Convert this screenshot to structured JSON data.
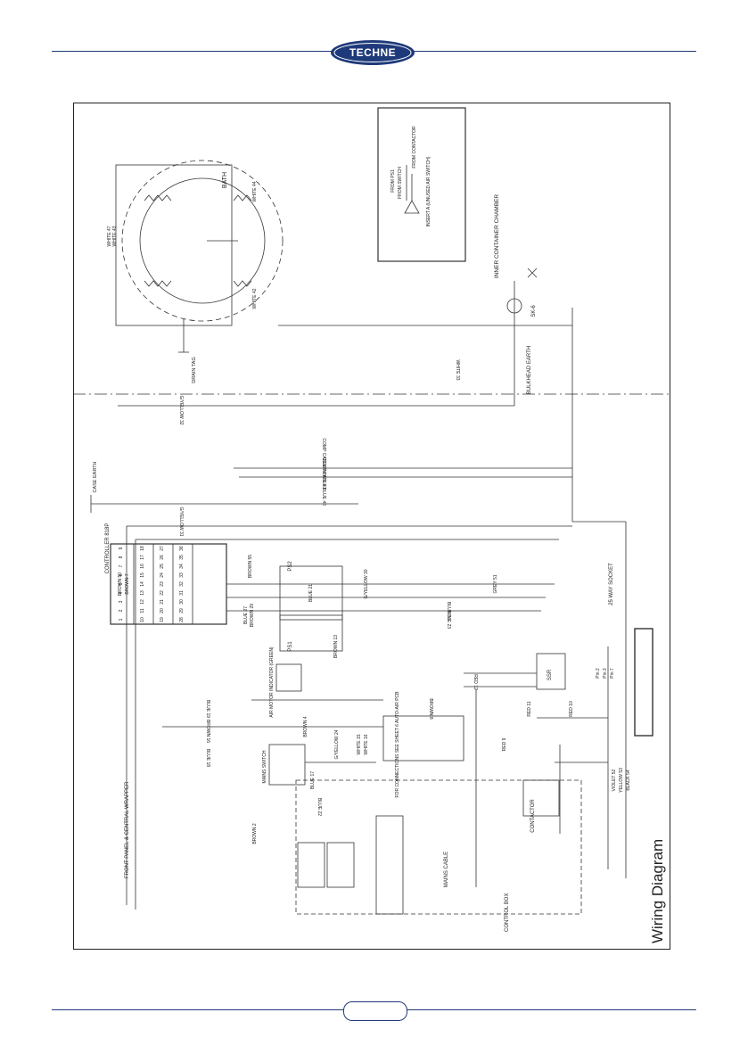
{
  "header": {
    "brand": "TECHNE"
  },
  "diagram": {
    "title": "Wiring Diagram",
    "bath_label": "BATH",
    "inner_container": "INNER CONTAINER CHAMBER",
    "from_ps1": "FROM PS1",
    "from_switch": "FROM SWITCH",
    "from_contactor": "FROM CONTACTOR",
    "insert_a": "INSERT A (UNUSED AIR SWITCH)",
    "sk6": "SK-6",
    "bulkhead_earth": "BULKHEAD EARTH",
    "drain_tag": "DRAIN TAG",
    "case_earth": "CASE EARTH",
    "front_panel": "FRONT PANEL & CENTRAL WRAPPER",
    "control_box": "CONTROL BOX",
    "controller": "CONTROLLER 818P",
    "ps1": "PS1",
    "ps2": "PS2",
    "air_switch": "AIR MOTOR INDICATOR (GREEN)",
    "mains_switch": "MAINS SWITCH",
    "ssr": "SSR",
    "contactor": "CONTACTOR",
    "auto_air": "FOR CONNECTIONS SEE SHEET 6 AUTO-AIR PCB",
    "mains_cable": "MAINS CABLE",
    "socket_25": "25 WAY SOCKET",
    "controller_terminals": {
      "col1": [
        "1",
        "2",
        "3",
        "4",
        "5",
        "6",
        "7",
        "8",
        "9"
      ],
      "col2": [
        "10",
        "11",
        "12",
        "13",
        "14",
        "15",
        "16",
        "17",
        "18"
      ],
      "col3": [
        "19",
        "20",
        "21",
        "22",
        "23",
        "24",
        "25",
        "26",
        "27"
      ],
      "col4": [
        "28",
        "29",
        "30",
        "31",
        "32",
        "33",
        "34",
        "35",
        "36"
      ]
    },
    "wires": {
      "white_47": "WHITE 47",
      "white_43": "WHITE 43",
      "white_44": "WHITE 44",
      "white_42": "WHITE 42",
      "white_33": "WHITE 33",
      "gy_32": "G/YELLOW 32",
      "comp_white_41": "COMP CABLE WHITE 41",
      "comp_blue_40": "COMP CABLE BLUE 40",
      "gy_31": "G/YELLOW 31",
      "brown_50": "BROWN 50",
      "brown_7": "BROWN 7",
      "blue_27": "BLUE 27",
      "brown_29": "BROWN 29",
      "brown_55": "BROWN 55",
      "blue_21": "BLUE 21",
      "brown_13": "BROWN 13",
      "gy_30": "G/YELLOW 30",
      "grey_51": "GREY 51",
      "blue_56": "BLUE 56",
      "blue_23": "BLUE 23",
      "blue_19": "BLUE 19",
      "brown_16": "BROWN 16",
      "blue_18": "BLUE 18",
      "brown_4": "BROWN 4",
      "gy_24": "G/YELLOW 24",
      "white_15": "WHITE 15",
      "white_16": "WHITE 16",
      "blue_17": "BLUE 17",
      "red_12": "RED 12",
      "brown_8": "BROWN 8",
      "red_11": "RED 11",
      "red_10": "RED 10",
      "red_9": "RED 9",
      "violet_52": "VIOLET 52",
      "yellow_53": "YELLOW 53",
      "black_54": "BLACK 54",
      "blue_22": "BLUE 22",
      "brown_2": "BROWN 2",
      "pin_2": "Pin 2",
      "pin_3": "Pin 3",
      "pin_7": "Pin 7"
    }
  }
}
